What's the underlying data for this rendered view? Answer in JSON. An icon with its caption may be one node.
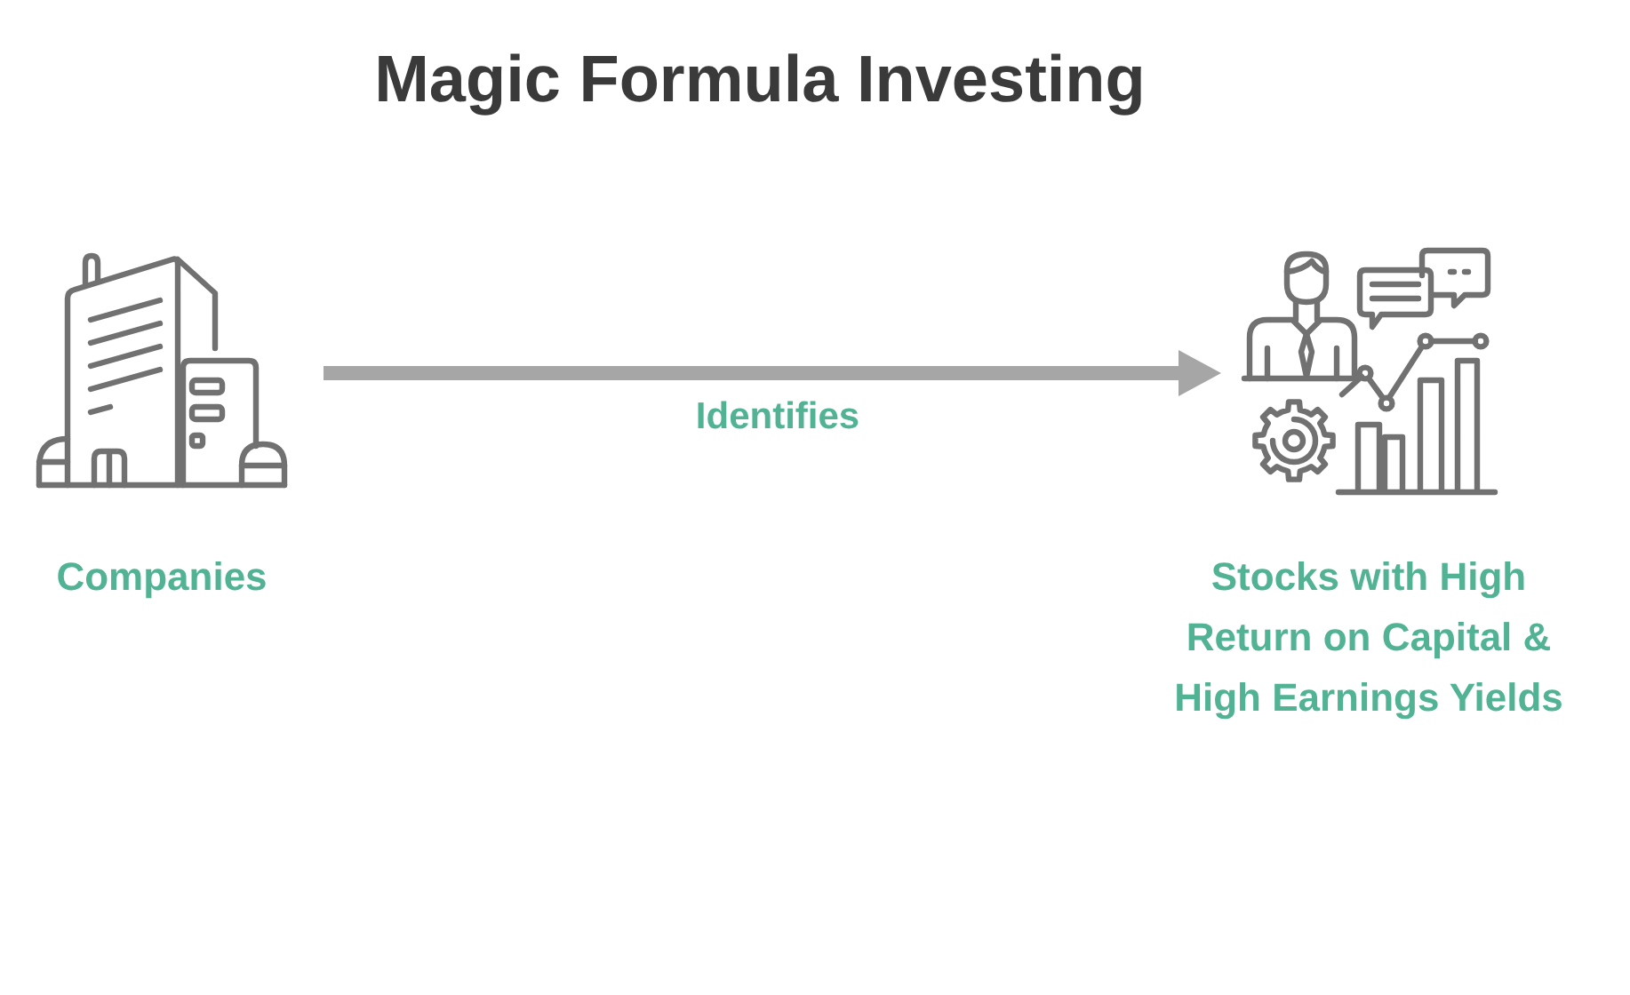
{
  "diagram": {
    "title": "Magic Formula Investing",
    "nodes": [
      {
        "text": [],
        "shape": "picture",
        "beside": [
          "Companies"
        ]
      },
      {
        "text": [],
        "shape": "picture",
        "beside": [
          "Stocks with High Return on Capital & High Earnings Yields"
        ]
      }
    ],
    "edges": [
      {
        "from": 0,
        "to": 1,
        "arrow": "to",
        "label": "Identifies"
      }
    ]
  }
}
